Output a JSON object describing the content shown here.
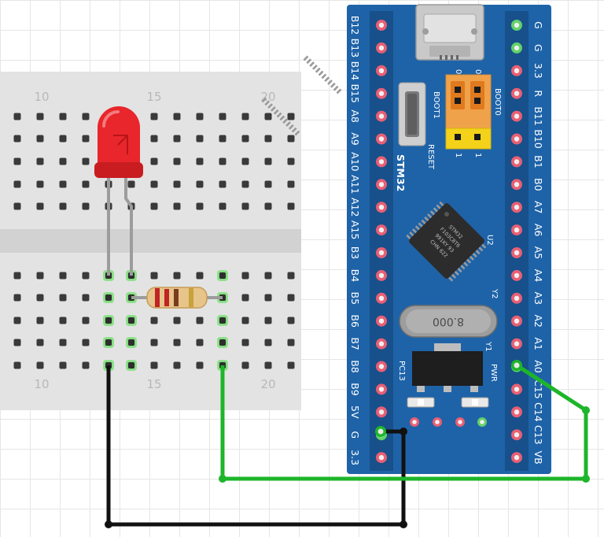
{
  "breadboard": {
    "column_numbers": [
      "10",
      "15",
      "20"
    ]
  },
  "board": {
    "logo": "STM32",
    "left_header_labels": [
      "B12",
      "B13",
      "B14",
      "B15",
      "A8",
      "A9",
      "A10",
      "A11",
      "A12",
      "A15",
      "B3",
      "B4",
      "B5",
      "B6",
      "B7",
      "B8",
      "B9",
      "5V",
      "G",
      "3.3"
    ],
    "right_header_labels": [
      "G",
      "G",
      "3.3",
      "R",
      "B11",
      "B10",
      "B1",
      "B0",
      "A7",
      "A6",
      "A5",
      "A4",
      "A3",
      "A2",
      "A1",
      "A0",
      "C15",
      "C14",
      "C13",
      "VB"
    ],
    "boot0_label": "BOOT0",
    "boot1_label": "BOOT1",
    "reset_label": "RESET",
    "jumper_values": [
      "0",
      "0",
      "1",
      "1"
    ],
    "u2_label": "U2",
    "y2_label": "Y2",
    "y1_label": "Y1",
    "crystal_label": "8.000",
    "pc13_label": "PC13",
    "pwr_label": "PWR",
    "chip_marking": [
      "STM32",
      "F103C8T6",
      "991KY 93",
      "CHN 622"
    ]
  },
  "colors": {
    "board_blue": "#1e63a8",
    "led_red": "#e8262b",
    "wire_green": "#1db52a",
    "wire_black": "#111111",
    "breadboard": "#e3e3e3"
  }
}
